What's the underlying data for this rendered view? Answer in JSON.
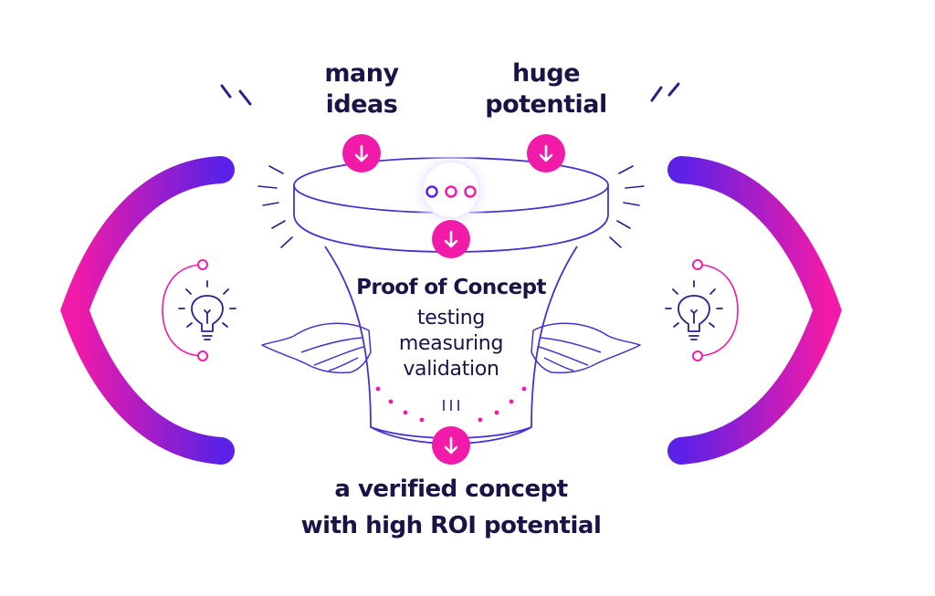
{
  "labels": {
    "top_left": [
      "many",
      "ideas"
    ],
    "top_right": [
      "huge",
      "potential"
    ],
    "funnel_title": "Proof of Concept",
    "funnel_lines": [
      "testing",
      "measuring",
      "validation"
    ],
    "bottom": [
      "a verified concept",
      "with high ROI potential"
    ]
  },
  "icons": [
    "arrow-down-icon",
    "dots-icon",
    "lightbulb-icon",
    "wing-icon",
    "bracket-icon"
  ],
  "colors": {
    "ink": "#1a1446",
    "outline": "#4b2fd1",
    "magenta": "#f21aa8",
    "purple": "#5b21e6",
    "bg": "#ffffff"
  }
}
